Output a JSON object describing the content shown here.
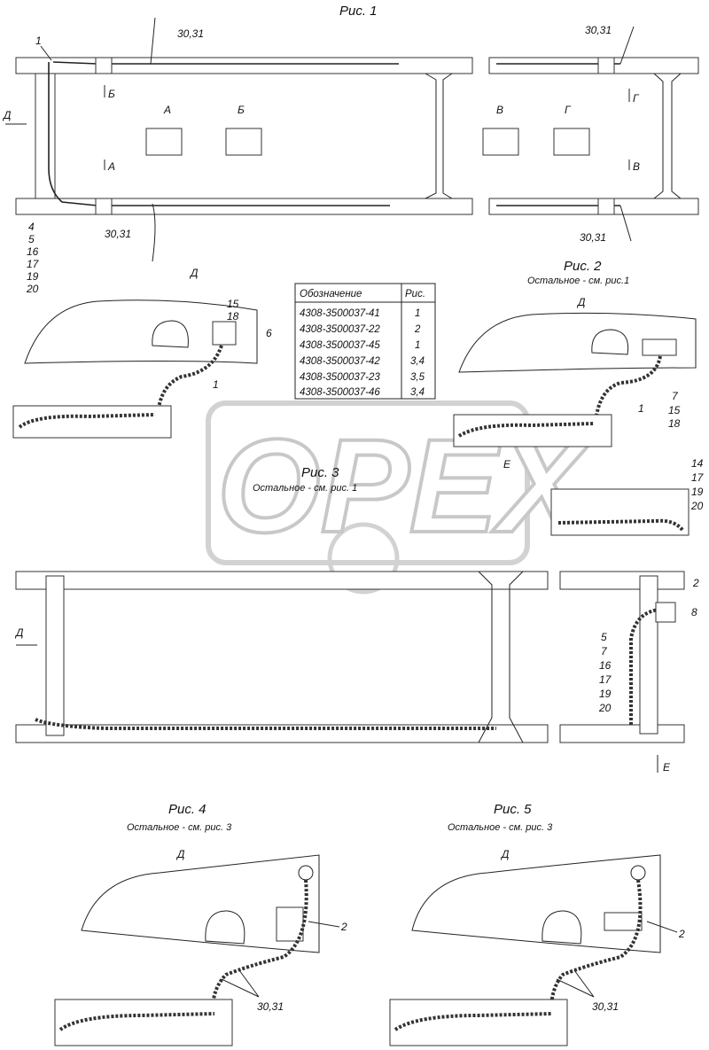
{
  "figures": {
    "fig1": {
      "title": "Рис. 1"
    },
    "fig2": {
      "title": "Рис. 2",
      "subtitle": "Остальное - см. рис.1"
    },
    "fig3": {
      "title": "Рис. 3",
      "subtitle": "Остальное - см. рис. 1"
    },
    "fig4": {
      "title": "Рис. 4",
      "subtitle": "Остальное - см. рис. 3"
    },
    "fig5": {
      "title": "Рис. 5",
      "subtitle": "Остальное - см. рис. 3"
    }
  },
  "views": {
    "a": "А",
    "b": "Б",
    "v": "В",
    "g": "Г",
    "d": "Д",
    "e": "Е"
  },
  "callouts": {
    "c1": "1",
    "c2": "2",
    "c6": "6",
    "c8": "8",
    "c30_31": "30,31",
    "c15_18": [
      "15",
      "18"
    ],
    "c4_20": [
      "4",
      "5",
      "16",
      "17",
      "19",
      "20"
    ],
    "c7_15_18": [
      "7",
      "15",
      "18"
    ],
    "c14_20": [
      "14",
      "17",
      "19",
      "20"
    ],
    "c5_20": [
      "5",
      "7",
      "16",
      "17",
      "19",
      "20"
    ]
  },
  "table": {
    "headers": [
      "Обозначение",
      "Рис."
    ],
    "rows": [
      [
        "4308-3500037-41",
        "1"
      ],
      [
        "4308-3500037-22",
        "2"
      ],
      [
        "4308-3500037-45",
        "1"
      ],
      [
        "4308-3500037-42",
        "3,4"
      ],
      [
        "4308-3500037-23",
        "3,5"
      ],
      [
        "4308-3500037-46",
        "3,4"
      ]
    ]
  },
  "watermark": "OPEX",
  "colors": {
    "line": "#222222",
    "watermark": "#c8c8c8"
  }
}
